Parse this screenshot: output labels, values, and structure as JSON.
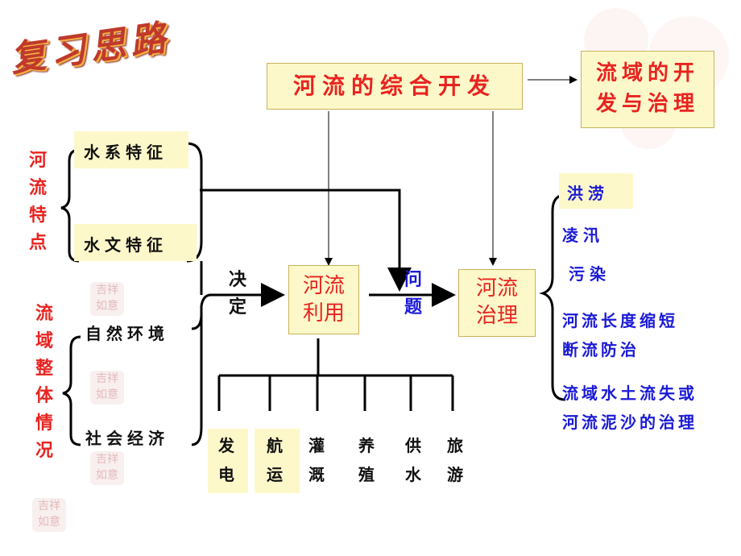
{
  "title": "复习思路",
  "top_node": "河流的综合开发",
  "top_right_node": [
    "流域的开",
    "发与治理"
  ],
  "left_group1": {
    "label": "河流特点",
    "items": [
      "水系特征",
      "水文特征"
    ]
  },
  "left_group2": {
    "label": "流域整体情况",
    "items": [
      "自然环境",
      "社会经济"
    ]
  },
  "decide_label": "决定",
  "use_node": [
    "河流",
    "利用"
  ],
  "problem_label": "问题",
  "govern_node": [
    "河流",
    "治理"
  ],
  "uses": [
    "发电",
    "航运",
    "灌溉",
    "养殖",
    "供水",
    "旅游"
  ],
  "governance": [
    "洪涝",
    "凌汛",
    "污染",
    "河流长度缩短",
    "断流防治",
    "流域水土流失或",
    "河流泥沙的治理"
  ],
  "colors": {
    "red": "#e8231f",
    "blue": "#1a1ad6",
    "cream": "#fdf8c9"
  }
}
